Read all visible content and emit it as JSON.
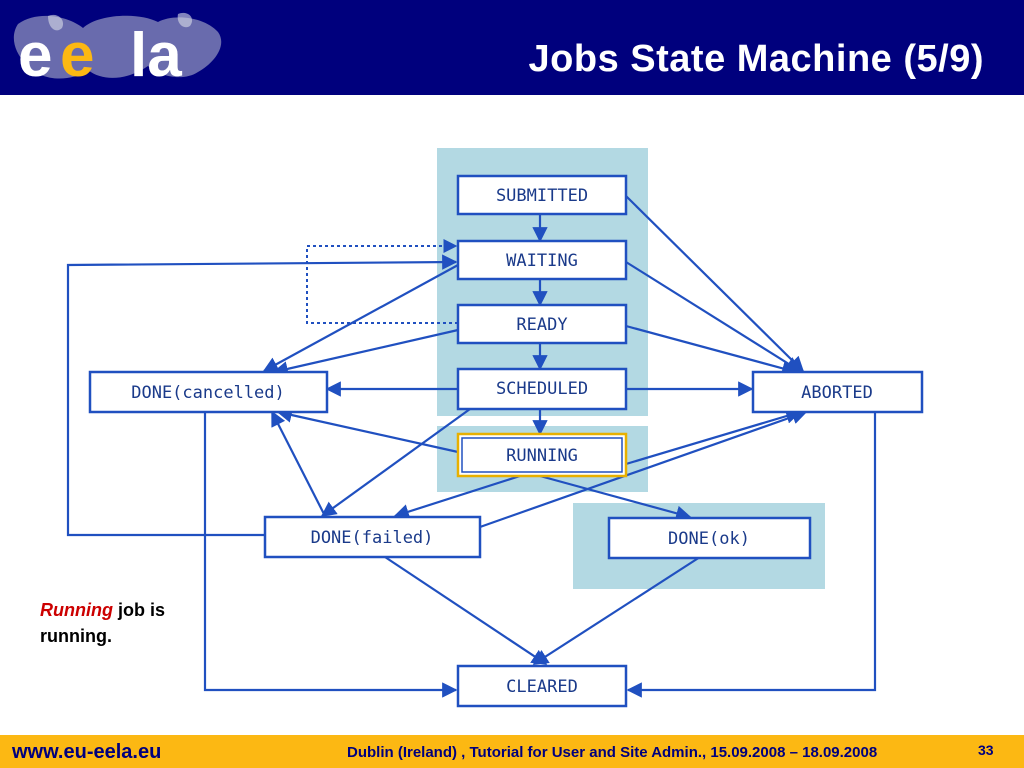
{
  "slide": {
    "title": "Jobs State Machine (5/9)",
    "caption_emphasis": "Running",
    "caption_rest": " job is running.",
    "footer_url": "www.eu-eela.eu",
    "footer_event": "Dublin (Ireland) , Tutorial for User and Site Admin., 15.09.2008 – 18.09.2008",
    "page_number": "33"
  },
  "colors": {
    "header_bg": "#00007d",
    "footer_bg": "#fcb813",
    "highlight_bg": "#b3d9e3",
    "arrow": "#2050c0",
    "box_border": "#2050c0",
    "running_border": "#e8b000",
    "caption_emphasis": "#cc0000"
  },
  "logo": {
    "letters": "ee la"
  },
  "diagram": {
    "states": {
      "submitted": "SUBMITTED",
      "waiting": "WAITING",
      "ready": "READY",
      "scheduled": "SCHEDULED",
      "running": "RUNNING",
      "done_cancelled": "DONE(cancelled)",
      "aborted": "ABORTED",
      "done_failed": "DONE(failed)",
      "done_ok": "DONE(ok)",
      "cleared": "CLEARED"
    },
    "highlighted_state": "running"
  }
}
